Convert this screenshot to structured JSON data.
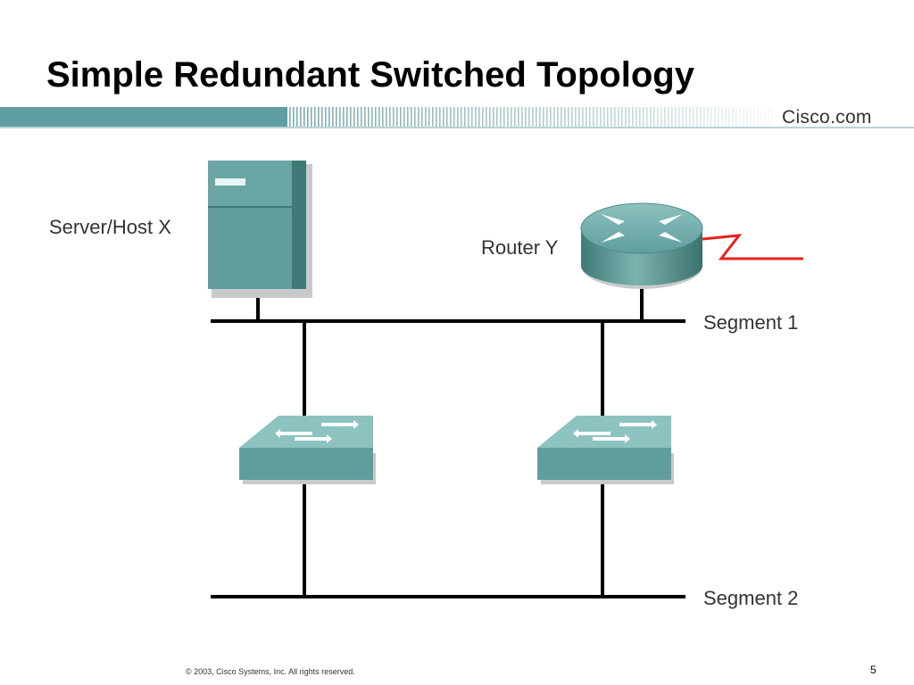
{
  "slide": {
    "title": "Simple Redundant Switched Topology",
    "brand": "Cisco.com",
    "copyright": "© 2003, Cisco Systems, Inc. All rights reserved.",
    "page_number": "5"
  },
  "diagram": {
    "nodes": [
      {
        "id": "server",
        "label": "Server/Host X",
        "icon": "server-icon"
      },
      {
        "id": "router",
        "label": "Router Y",
        "icon": "router-icon"
      },
      {
        "id": "switch-a",
        "label": "",
        "icon": "switch-icon"
      },
      {
        "id": "switch-b",
        "label": "",
        "icon": "switch-icon"
      }
    ],
    "segments": [
      {
        "id": "segment-1",
        "label": "Segment 1"
      },
      {
        "id": "segment-2",
        "label": "Segment 2"
      }
    ],
    "links": [
      {
        "from": "server",
        "to": "segment-1"
      },
      {
        "from": "router",
        "to": "segment-1"
      },
      {
        "from": "switch-a",
        "to": "segment-1"
      },
      {
        "from": "switch-a",
        "to": "segment-2"
      },
      {
        "from": "switch-b",
        "to": "segment-1"
      },
      {
        "from": "switch-b",
        "to": "segment-2"
      },
      {
        "from": "router",
        "to": "wan",
        "style": "serial-lightning"
      }
    ],
    "colors": {
      "device_face": "#5f9e9c",
      "device_dark": "#3f7a78",
      "device_light": "#8cc2c0",
      "wire": "#000000",
      "wan_link": "#e8211c"
    }
  }
}
